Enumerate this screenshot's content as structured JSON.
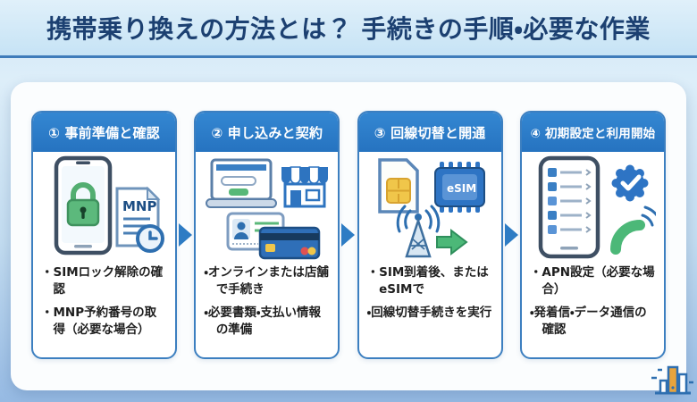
{
  "banner": {
    "title": "携帯乗り換えの方法とは？ 手続きの手順・必要な作業"
  },
  "steps": [
    {
      "title": "① 事前準備と確認",
      "bullets": [
        "・SIMロック解除の確認",
        "・MNP予約番号の取得（必要な場合）"
      ]
    },
    {
      "title": "② 申し込みと契約",
      "bullets": [
        "・オンラインまたは店舗で手続き",
        "・必要書類・支払い情報の準備"
      ]
    },
    {
      "title": "③ 回線切替と開通",
      "bullets": [
        "・SIM到着後、またはeSIMで",
        "・回線切替手続きを実行"
      ]
    },
    {
      "title": "④ 初期設定と利用開始",
      "bullets": [
        "・APN設定（必要な場合）",
        "・発着信・データ通信の確認"
      ]
    }
  ],
  "icon_labels": {
    "mnp_document": "MNP",
    "esim_chip": "eSIM"
  },
  "colors": {
    "accent_blue": "#2b7cc8",
    "card_border": "#3c7fc0",
    "title_navy": "#1c4071",
    "green": "#57b778",
    "sim_yellow": "#f0c64a",
    "logo_orange": "#e8a43c",
    "background_bottom": "#96bae3"
  }
}
